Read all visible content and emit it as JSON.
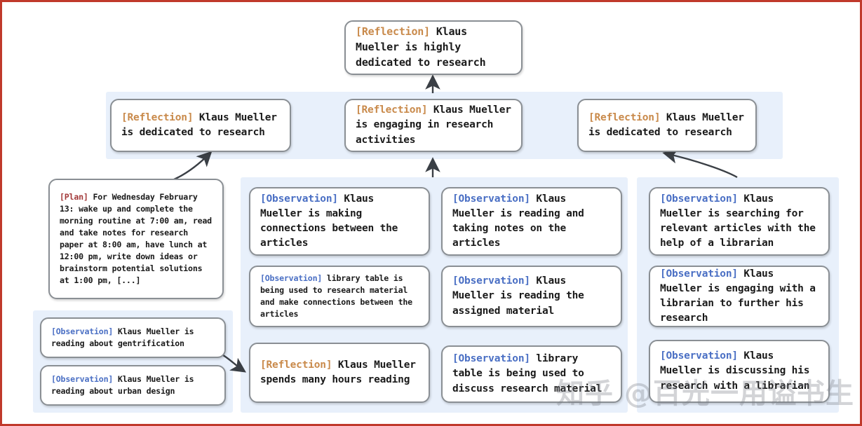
{
  "diagram": {
    "title": "Reflection tree for Klaus Mueller",
    "tags": {
      "reflection": "[Reflection]",
      "observation": "[Observation]",
      "plan": "[Plan]"
    },
    "colors": {
      "reflection_tag": "#c98a4b",
      "observation_tag": "#4a6fc4",
      "plan_tag": "#a33a3a",
      "panel_background": "#e8f0fb",
      "node_border": "#8a8f94",
      "page_border": "#c0392b"
    }
  },
  "root": {
    "tag": "[Reflection]",
    "text": " Klaus Mueller is highly dedicated to research"
  },
  "reflections": [
    {
      "tag": "[Reflection]",
      "text": " Klaus Mueller is dedicated to research"
    },
    {
      "tag": "[Reflection]",
      "text": " Klaus Mueller is engaging in research activities"
    },
    {
      "tag": "[Reflection]",
      "text": " Klaus Mueller is dedicated to research"
    }
  ],
  "plan_node": {
    "tag": "[Plan]",
    "text": " For Wednesday February 13: wake up and complete the morning routine at 7:00 am, read and take notes for research paper at 8:00 am, have lunch at 12:00 pm, write down ideas or brainstorm potential solutions at 1:00 pm, [...]"
  },
  "left_observations": [
    {
      "tag": "[Observation]",
      "text": " Klaus Mueller is reading about gentrification"
    },
    {
      "tag": "[Observation]",
      "text": " Klaus Mueller is reading about urban design"
    }
  ],
  "column_left": [
    {
      "tag": "[Observation]",
      "text": " Klaus Mueller is making connections between the articles"
    },
    {
      "tag": "[Observation]",
      "text": " library table is being used to research material and make connections between the articles"
    },
    {
      "tag": "[Reflection]",
      "text": " Klaus Mueller spends many hours reading"
    }
  ],
  "column_middle": [
    {
      "tag": "[Observation]",
      "text": " Klaus Mueller is reading and taking notes on the articles"
    },
    {
      "tag": "[Observation]",
      "text": " Klaus Mueller is reading the assigned material"
    },
    {
      "tag": "[Observation]",
      "text": " library table is being used to discuss research material"
    }
  ],
  "column_right": [
    {
      "tag": "[Observation]",
      "text": " Klaus Mueller is searching for relevant articles with the help of a librarian"
    },
    {
      "tag": "[Observation]",
      "text": " Klaus Mueller is engaging with a librarian to further his research"
    },
    {
      "tag": "[Observation]",
      "text": " Klaus Mueller is discussing his research with a librarian"
    }
  ],
  "watermark": {
    "text": "知乎 @百光一用谥书生"
  }
}
